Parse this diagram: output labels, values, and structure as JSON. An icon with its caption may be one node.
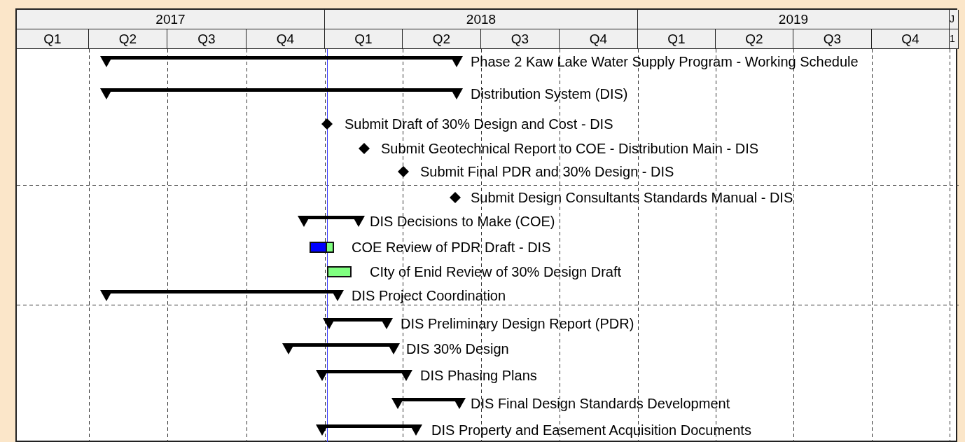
{
  "diagram": {
    "nodes": [
      {
        "text": [],
        "shape": "bar",
        "beside": [
          "Phase 2 Kaw Lake Water Supply Program - Working Schedule"
        ]
      },
      {
        "text": [],
        "shape": "bar",
        "beside": [
          "Distribution System (DIS)"
        ]
      },
      {
        "text": [],
        "shape": "diamond",
        "beside": [
          "Submit Draft of 30% Design and Cost - DIS"
        ]
      },
      {
        "text": [],
        "shape": "diamond",
        "beside": [
          "Submit Geotechnical Report to COE - Distribution Main - DIS"
        ]
      },
      {
        "text": [],
        "shape": "diamond",
        "beside": [
          "Submit Final PDR and 30% Design - DIS"
        ]
      },
      {
        "text": [],
        "shape": "diamond",
        "beside": [
          "Submit Design Consultants Standards Manual - DIS"
        ]
      },
      {
        "text": [],
        "shape": "bar",
        "beside": [
          "DIS Decisions to Make (COE)"
        ]
      },
      {
        "text": [],
        "shape": "box",
        "beside": [
          "COE Review of PDR Draft - DIS"
        ]
      },
      {
        "text": [],
        "shape": "box",
        "beside": [
          "CIty of Enid Review of 30% Design Draft"
        ]
      },
      {
        "text": [],
        "shape": "bar",
        "beside": [
          "DIS Project Coordination"
        ]
      },
      {
        "text": [],
        "shape": "bar",
        "beside": [
          "DIS Preliminary Design Report (PDR)"
        ]
      },
      {
        "text": [],
        "shape": "bar",
        "beside": [
          "DIS 30% Design"
        ]
      },
      {
        "text": [],
        "shape": "bar",
        "beside": [
          "DIS Phasing Plans"
        ]
      },
      {
        "text": [],
        "shape": "bar",
        "beside": [
          "DIS Final Design Standards Development"
        ]
      },
      {
        "text": [],
        "shape": "bar",
        "beside": [
          "DIS Property and Easement Acquisition Documents"
        ]
      }
    ],
    "labels": [
      "2017",
      "2018",
      "2019",
      "J",
      "Q1",
      "Q2",
      "Q3",
      "Q4",
      "Q1",
      "Q2",
      "Q3",
      "Q4",
      "Q1",
      "Q2",
      "Q3",
      "Q4",
      "1"
    ]
  }
}
